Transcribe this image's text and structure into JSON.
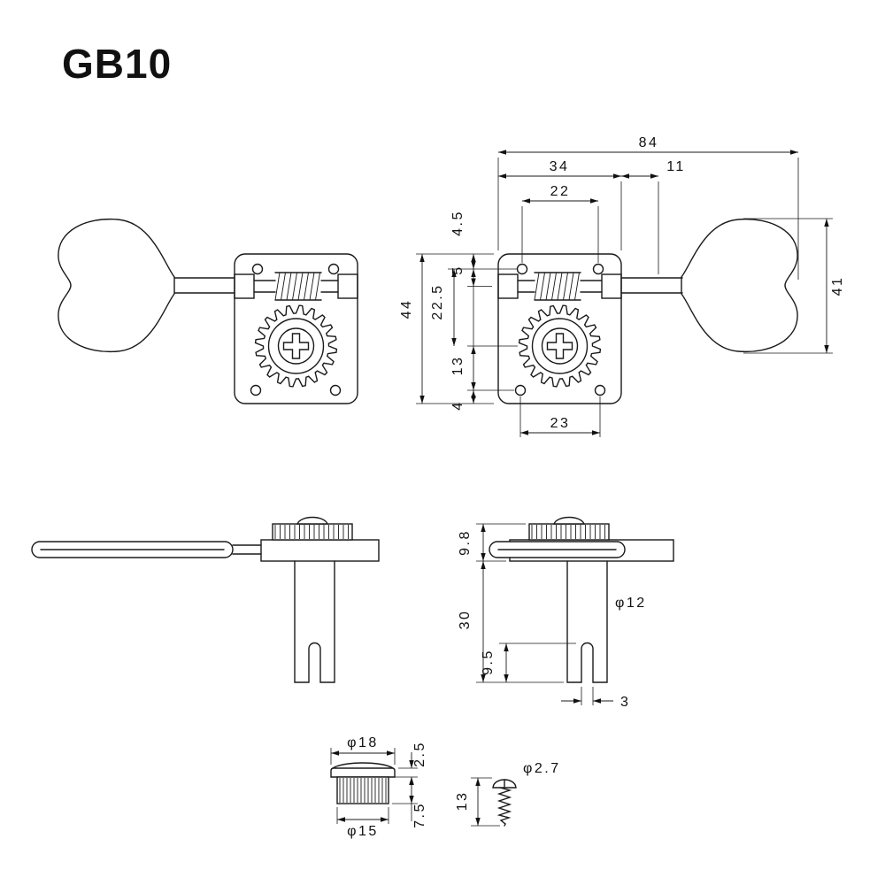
{
  "title": "GB10",
  "dims": {
    "front": {
      "overall": "84",
      "plate_width": "34",
      "key_offset": "11",
      "hole_span_top": "22",
      "hole_span_bottom": "23",
      "edge_to_hole": "4.5",
      "hole_to_worm": "5",
      "hole_to_gear": "22.5",
      "plate_height": "44",
      "gear_to_hole": "13",
      "hole_to_bottom_edge": "4",
      "key_height": "41"
    },
    "side": {
      "head_height": "9.8",
      "post_length": "30",
      "slot_depth": "9.5",
      "post_diameter": "φ12",
      "slot_width": "3"
    },
    "bushing": {
      "head_diameter": "φ18",
      "head_height": "2.5",
      "body_diameter": "φ15",
      "body_height": "7.5"
    },
    "screw": {
      "diameter": "φ2.7",
      "length": "13"
    }
  }
}
